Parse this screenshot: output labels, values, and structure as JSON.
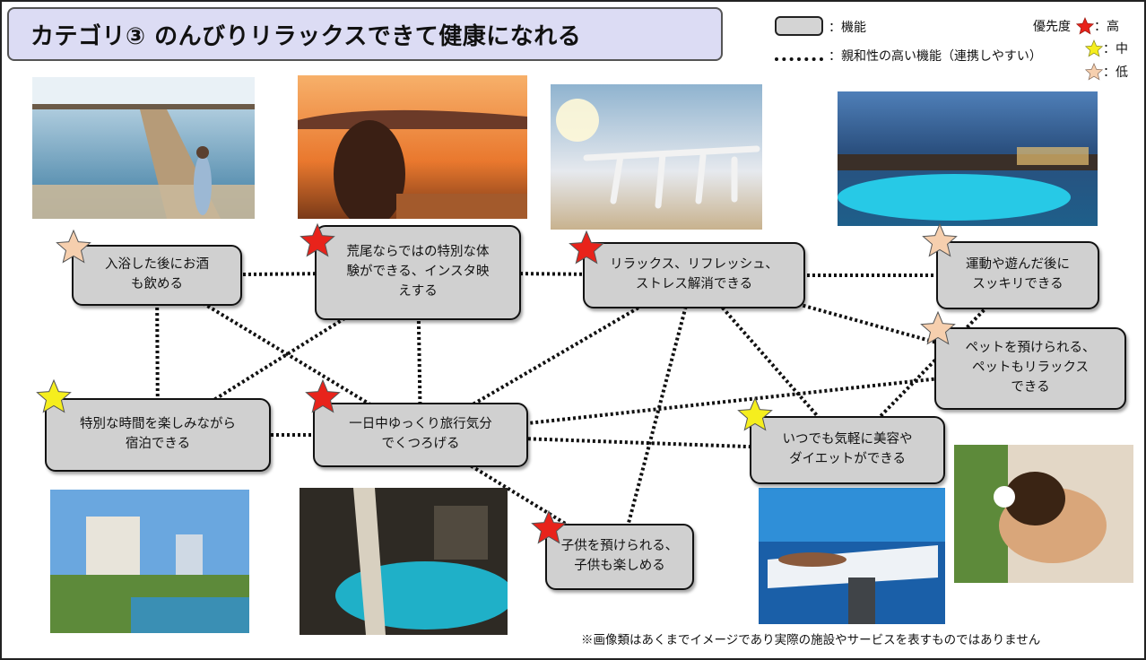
{
  "title": "カテゴリ③ のんびりリラックスできて健康になれる",
  "legend": {
    "function_label": "：機能",
    "link_label": "：親和性の高い機能（連携しやすい）",
    "priority_label": "優先度",
    "high": "：高",
    "mid": "：中",
    "low": "：低"
  },
  "colors": {
    "high": "#e8231b",
    "mid": "#f5ee1e",
    "low": "#f6cfae",
    "box": "#d0d0d0",
    "title_bg": "#dcdcf4"
  },
  "features": [
    {
      "id": "f1",
      "label": "入浴した後にお酒\nも飲める",
      "priority": "low"
    },
    {
      "id": "f2",
      "label": "荒尾ならではの特別な体\n験ができる、インスタ映\nえする",
      "priority": "high"
    },
    {
      "id": "f3",
      "label": "リラックス、リフレッシュ、\nストレス解消できる",
      "priority": "high"
    },
    {
      "id": "f4",
      "label": "運動や遊んだ後に\nスッキリできる",
      "priority": "low"
    },
    {
      "id": "f5",
      "label": "ペットを預けられる、\nペットもリラックス\nできる",
      "priority": "low"
    },
    {
      "id": "f6",
      "label": "特別な時間を楽しみながら\n宿泊できる",
      "priority": "mid"
    },
    {
      "id": "f7",
      "label": "一日中ゆっくり旅行気分\nでくつろげる",
      "priority": "high"
    },
    {
      "id": "f8",
      "label": "いつでも気軽に美容や\nダイエットができる",
      "priority": "mid"
    },
    {
      "id": "f9",
      "label": "子供を預けられる、\n子供も楽しめる",
      "priority": "high"
    }
  ],
  "links": [
    [
      "f1",
      "f2"
    ],
    [
      "f1",
      "f6"
    ],
    [
      "f1",
      "f7"
    ],
    [
      "f2",
      "f3"
    ],
    [
      "f2",
      "f6"
    ],
    [
      "f2",
      "f7"
    ],
    [
      "f3",
      "f4"
    ],
    [
      "f3",
      "f5"
    ],
    [
      "f3",
      "f7"
    ],
    [
      "f3",
      "f8"
    ],
    [
      "f3",
      "f9"
    ],
    [
      "f4",
      "f8"
    ],
    [
      "f5",
      "f7"
    ],
    [
      "f7",
      "f8"
    ],
    [
      "f7",
      "f9"
    ],
    [
      "f6",
      "f7"
    ]
  ],
  "footnote": "※画像類はあくまでイメージであり実際の施設やサービスを表すものではありません"
}
